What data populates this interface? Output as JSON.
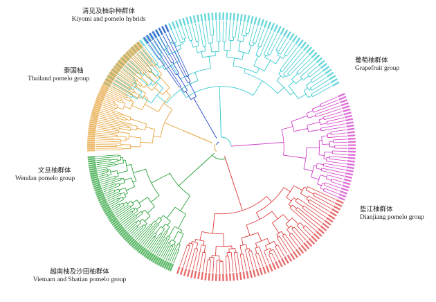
{
  "groups": [
    {
      "id": "kiyomi",
      "zh": "清见及柚杂种群体",
      "en": "Kiyomi and pomelo hybrids",
      "color": "#33c9cf",
      "leaves": 78
    },
    {
      "id": "grapefruit",
      "zh": "葡萄柚群体",
      "en": "Grapefruit group",
      "color": "#d23fc9",
      "leaves": 34
    },
    {
      "id": "dianjiang",
      "zh": "垫江柚群体",
      "en": "Dianjiang pomelo group",
      "color": "#de3b3b",
      "leaves": 56
    },
    {
      "id": "vietnam",
      "zh": "越南柚及沙田柚群体",
      "en": "Vietnam and Shatian pomelo group",
      "color": "#2aa33a",
      "leaves": 70
    },
    {
      "id": "wendan",
      "zh": "文旦柚群体",
      "en": "Wendan pomelo group",
      "color": "#e6a33a",
      "leaves": 62
    },
    {
      "id": "thailand",
      "zh": "泰国柚",
      "en": "Thailand pomelo group",
      "color": "#2749c9",
      "leaves": 8
    }
  ]
}
